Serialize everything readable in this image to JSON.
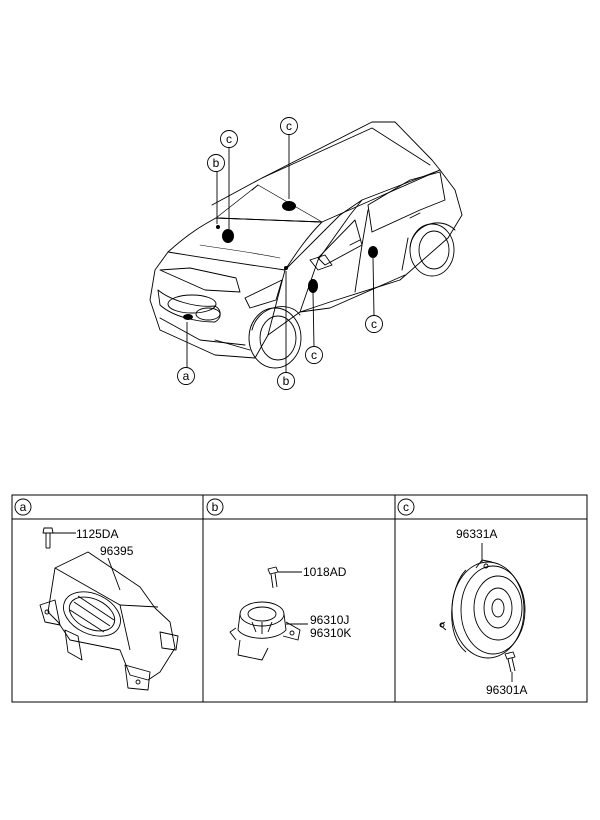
{
  "callouts": {
    "a": "a",
    "b": "b",
    "c": "c"
  },
  "panels": [
    {
      "letter": "a",
      "parts": [
        "1125DA",
        "96395"
      ]
    },
    {
      "letter": "b",
      "parts": [
        "1018AD",
        "96310J",
        "96310K"
      ]
    },
    {
      "letter": "c",
      "parts": [
        "96331A",
        "96301A"
      ]
    }
  ]
}
